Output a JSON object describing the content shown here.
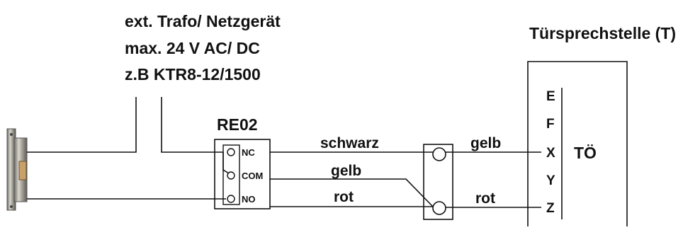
{
  "power_supply": {
    "line1": "ext. Trafo/ Netzgerät",
    "line2": "max. 24 V AC/ DC",
    "line3": "z.B KTR8-12/1500"
  },
  "door_station": {
    "title": "Türsprechstelle (T)",
    "pins": [
      "E",
      "F",
      "X",
      "Y",
      "Z"
    ],
    "component": "TÖ"
  },
  "relay": {
    "name": "RE02",
    "terminals": [
      "NC",
      "COM",
      "NO"
    ]
  },
  "wires": {
    "schwarz": "schwarz",
    "gelb_mid": "gelb",
    "rot_mid": "rot",
    "gelb_right": "gelb",
    "rot_right": "rot"
  },
  "colors": {
    "line": "#111111",
    "background": "#ffffff"
  }
}
